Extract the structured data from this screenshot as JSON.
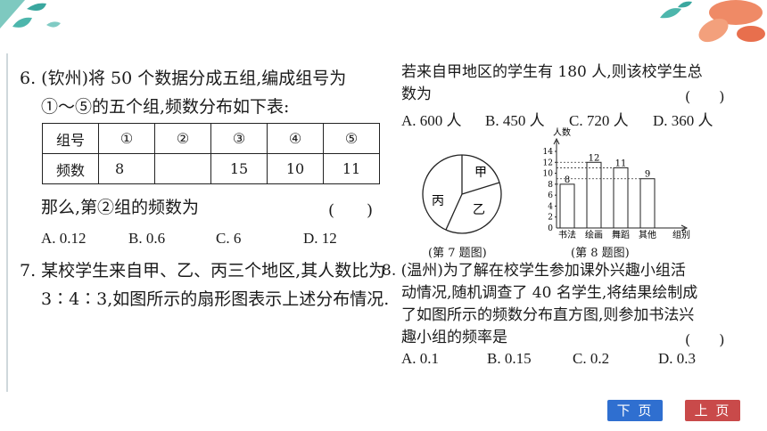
{
  "q6": {
    "line1": "6. (钦州)将 50 个数据分成五组,编成组号为",
    "line2": "①～⑤的五个组,频数分布如下表:",
    "table": {
      "header": [
        "组号",
        "①",
        "②",
        "③",
        "④",
        "⑤"
      ],
      "row": [
        "频数",
        "8",
        "",
        "15",
        "10",
        "11"
      ]
    },
    "line3": "那么,第②组的频数为",
    "paren": "(　　)",
    "options": [
      "A. 0.12",
      "B. 0.6",
      "C. 6",
      "D. 12"
    ]
  },
  "q7": {
    "line1": "7. 某校学生来自甲、乙、丙三个地区,其人数比为",
    "line2": "3∶4∶3,如图所示的扇形图表示上述分布情况.",
    "line3": "若来自甲地区的学生有 180 人,则该校学生总",
    "line4": "数为",
    "paren": "(　　)",
    "options": [
      "A. 600 人",
      "B. 450 人",
      "C. 720 人",
      "D. 360 人"
    ],
    "pie_labels": [
      "甲",
      "乙",
      "丙"
    ],
    "caption": "(第 7 题图)"
  },
  "q8": {
    "line1": "8. (温州)为了解在校学生参加课外兴趣小组活",
    "line2": "动情况,随机调查了 40 名学生,将结果绘制成",
    "line3": "了如图所示的频数分布直方图,则参加书法兴",
    "line4": "趣小组的频率是",
    "paren": "(　　)",
    "options": [
      "A. 0.1",
      "B. 0.15",
      "C. 0.2",
      "D. 0.3"
    ],
    "caption": "(第 8 题图)"
  },
  "chart_data": {
    "type": "bar",
    "categories": [
      "书法",
      "绘画",
      "舞蹈",
      "其他"
    ],
    "values": [
      8,
      12,
      11,
      9
    ],
    "ylabel": "人数",
    "xlabel": "组别",
    "yticks": [
      0,
      2,
      4,
      6,
      8,
      10,
      12,
      14
    ],
    "ylim": [
      0,
      14
    ]
  },
  "nav": {
    "next_label": "下 页",
    "prev_label": "上 页",
    "next_color": "#2f6fd0",
    "prev_color": "#c94a4a"
  }
}
